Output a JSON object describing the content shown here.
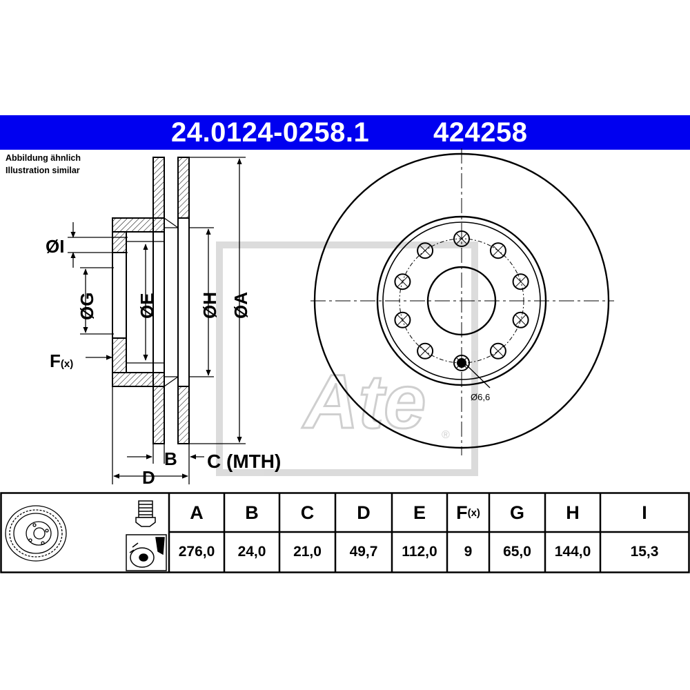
{
  "header": {
    "article_number": "24.0124-0258.1",
    "ref_number": "424258",
    "bg_color": "#0000f0"
  },
  "note": {
    "line1": "Abbildung ähnlich",
    "line2": "Illustration similar"
  },
  "drawing_labels": {
    "dia_i": "ØI",
    "dia_g": "ØG",
    "dia_e": "ØE",
    "dia_h": "ØH",
    "dia_a": "ØA",
    "f": "F",
    "f_sub": "(x)",
    "b": "B",
    "c_mth": "C (MTH)",
    "d": "D",
    "hole_dia": "Ø6,6",
    "watermark": "Ate",
    "registered": "®"
  },
  "specs": {
    "columns": [
      {
        "key": "A",
        "label": "A",
        "value": "276,0"
      },
      {
        "key": "B",
        "label": "B",
        "value": "24,0"
      },
      {
        "key": "C",
        "label": "C",
        "value": "21,0"
      },
      {
        "key": "D",
        "label": "D",
        "value": "49,7"
      },
      {
        "key": "E",
        "label": "E",
        "value": "112,0"
      },
      {
        "key": "F",
        "label": "F",
        "label_sub": "(x)",
        "value": "9"
      },
      {
        "key": "G",
        "label": "G",
        "value": "65,0"
      },
      {
        "key": "H",
        "label": "H",
        "value": "144,0"
      },
      {
        "key": "I",
        "label": "I",
        "value": "15,3"
      }
    ]
  }
}
